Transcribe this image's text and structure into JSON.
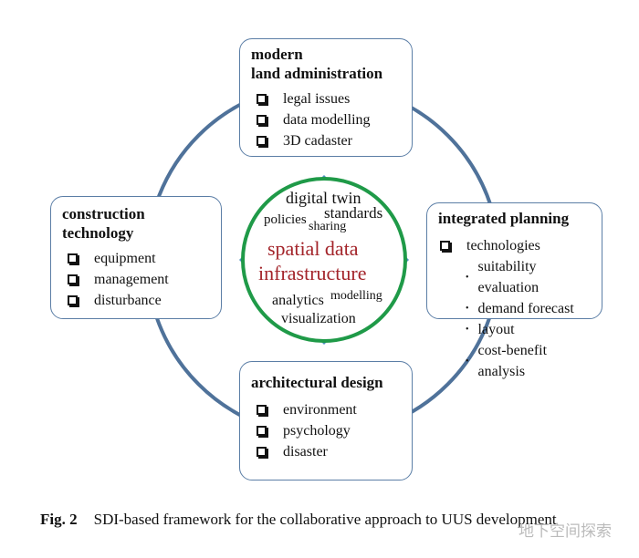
{
  "center": {
    "title_line1": "spatial data",
    "title_line2": "infrastructure",
    "words": [
      "digital twin",
      "standards",
      "policies",
      "sharing",
      "analytics",
      "modelling",
      "visualization"
    ]
  },
  "boxes": {
    "top": {
      "title1": "modern",
      "title2": "land administration",
      "items": [
        "legal issues",
        "data modelling",
        "3D cadaster"
      ]
    },
    "left": {
      "title1": "construction",
      "title2": "technology",
      "items": [
        "equipment",
        "management",
        "disturbance"
      ]
    },
    "right": {
      "title": "integrated planning",
      "items": [
        "technologies"
      ],
      "subitems": [
        "suitability evaluation",
        "demand forecast",
        "layout",
        "cost-benefit analysis"
      ]
    },
    "bottom": {
      "title": "architectural design",
      "items": [
        "environment",
        "psychology",
        "disaster"
      ]
    }
  },
  "caption": {
    "label": "Fig. 2",
    "text": "SDI-based framework for the collaborative approach to UUS development"
  },
  "watermark": "地下空间探索",
  "colors": {
    "ring": "#4f729a",
    "green": "#1f9a48",
    "diamond": "#4f8fc0",
    "accent_text": "#a3242a"
  }
}
